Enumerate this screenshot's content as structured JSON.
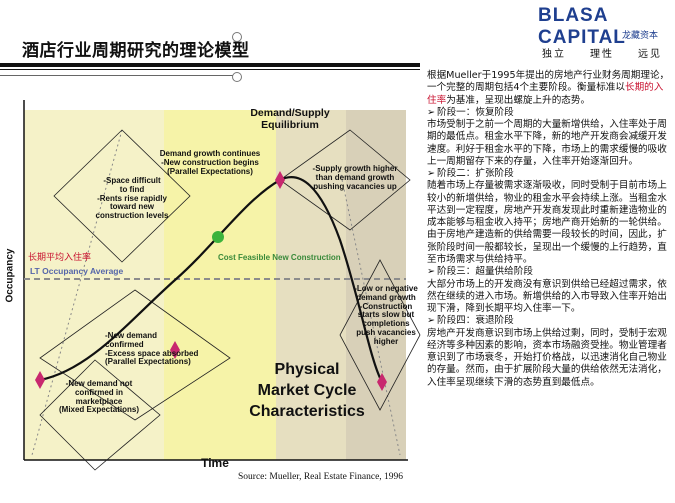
{
  "title": "酒店行业周期研究的理论模型",
  "logo": {
    "brand": "BLASA CAPITAL",
    "sub": "龙藏资本",
    "slogan": "独立　　理性　　远见"
  },
  "figure": {
    "phase_header": "Demand/Supply\nEquilibrium",
    "labels": {
      "ph1_note": "Demand growth continues\n-New construction begins\n(Parallel Expectations)",
      "ph_rents": "-Space difficult\nto find\n-Rents rise rapidly\ntoward new\nconstruction levels",
      "ph_supply": "-Supply growth higher\nthan demand growth\npushing vacancies up",
      "lt_cn": "长期平均入住率",
      "lt_en": "LT Occupancy Average",
      "feasible": "Cost Feasible New Construction",
      "confirmed": "-New demand\nconfirmed\n-Excess space absorbed\n(Parallel Expectations)",
      "not_confirmed": "-New demand not\nconfirmed in\nmarketplace\n(Mixed Expectations)",
      "negative": "-Low or negative\ndemand growth\n-Construction\nstarts slow but\ncompletions\npush vacancies\nhigher",
      "physical": "Physical\nMarket Cycle\nCharacteristics",
      "y_axis": "Occupancy",
      "x_axis": "Time",
      "source": "Source: Mueller, Real Estate Finance, 1996"
    },
    "colors": {
      "phase1": "#f5f2c8",
      "phase2": "#f6f3a8",
      "phase3": "#e6dfc0",
      "phase4": "#d8d0b8",
      "lt_line": "#8c8c8c",
      "diamond": "#c8286e",
      "feasible_dot": "#3cb33c"
    }
  },
  "text": {
    "intro_a": "根据Mueller于1995年提出的房地产行业财务周期理论，一个完整的周期包括4个主要阶段。衡量标准以",
    "intro_red": "长期的入住率",
    "intro_b": "为基准，呈现出螺旋上升的态势。",
    "p1_head": "阶段一：恢复阶段",
    "p1_body": "市场受制于之前一个周期的大量新增供给，入住率处于周期的最低点。租金水平下降，新的地产开发商会减缓开发速度。利好于租金水平的下降，市场上的需求缓慢的吸收上一周期留存下来的存量，入住率开始逐渐回升。",
    "p2_head": "阶段二：扩张阶段",
    "p2_body": "随着市场上存量被需求逐渐吸收，同时受制于目前市场上较小的新增供给，物业的租金水平会持续上涨。当租金水平达到一定程度，房地产开发商发现此时重新建造物业的成本能够与租金收入持平；房地产商开始新的一轮供给。由于房地产建造新的供给需要一段较长的时间，因此，扩张阶段时间一般都较长，呈现出一个缓慢的上行趋势，直至市场需求与供给持平。",
    "p3_head": "阶段三：超量供给阶段",
    "p3_body": "大部分市场上的开发商没有意识到供给已经超过需求，依然在继续的进入市场。新增供给的入市导致入住率开始出现下滑，降到长期平均入住率一下。",
    "p4_head": "阶段四：衰退阶段",
    "p4_body": "房地产开发商意识到市场上供给过剩，同时，受制于宏观经济等多种因素的影响，资本市场融资受挫。物业管理者意识到了市场衰冬，开始打价格战，以迅速消化自己物业的存量。然而，由于扩展阶段大量的供给依然无法消化，入住率呈现继续下滑的态势直到最低点。"
  }
}
